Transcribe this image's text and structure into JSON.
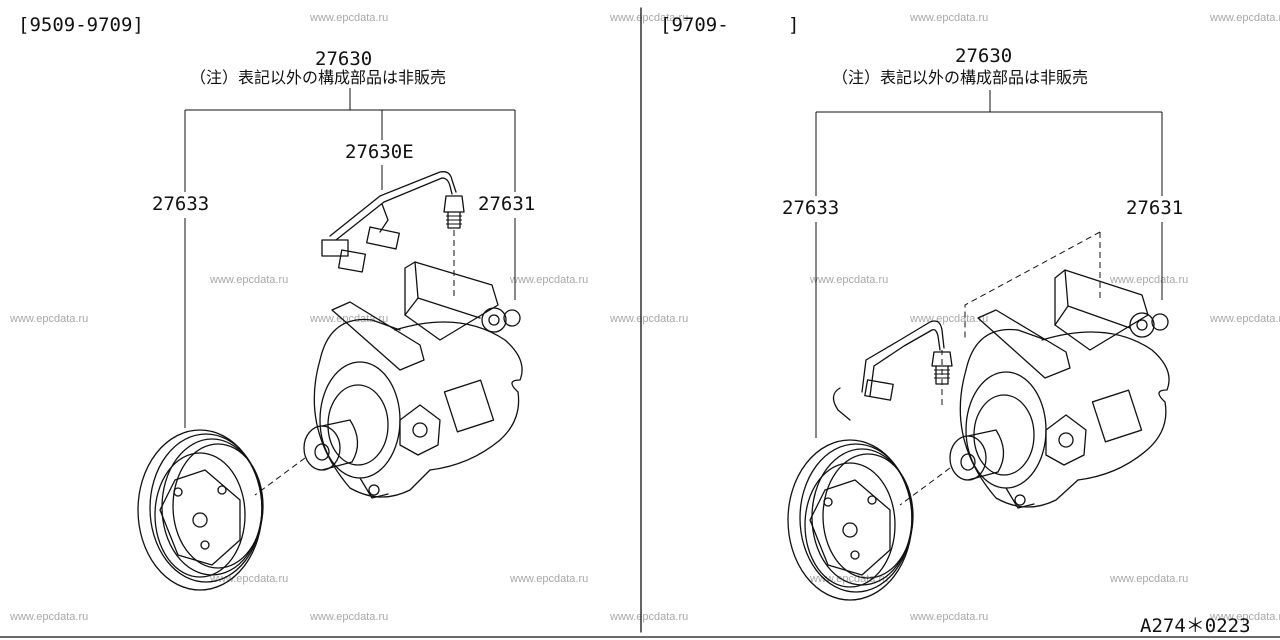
{
  "left_panel": {
    "range": "[9509-9709]",
    "assembly_part": "27630",
    "note": "（注）表記以外の構成部品は非販売",
    "parts": {
      "pulley": "27633",
      "harness": "27630E",
      "body": "27631"
    }
  },
  "right_panel": {
    "range_start": "[9709-",
    "range_end": "]",
    "assembly_part": "27630",
    "note": "（注）表記以外の構成部品は非販売",
    "parts": {
      "pulley": "27633",
      "body": "27631"
    }
  },
  "diagram_code": "A274＊0223",
  "watermark": "www.epcdata.ru"
}
